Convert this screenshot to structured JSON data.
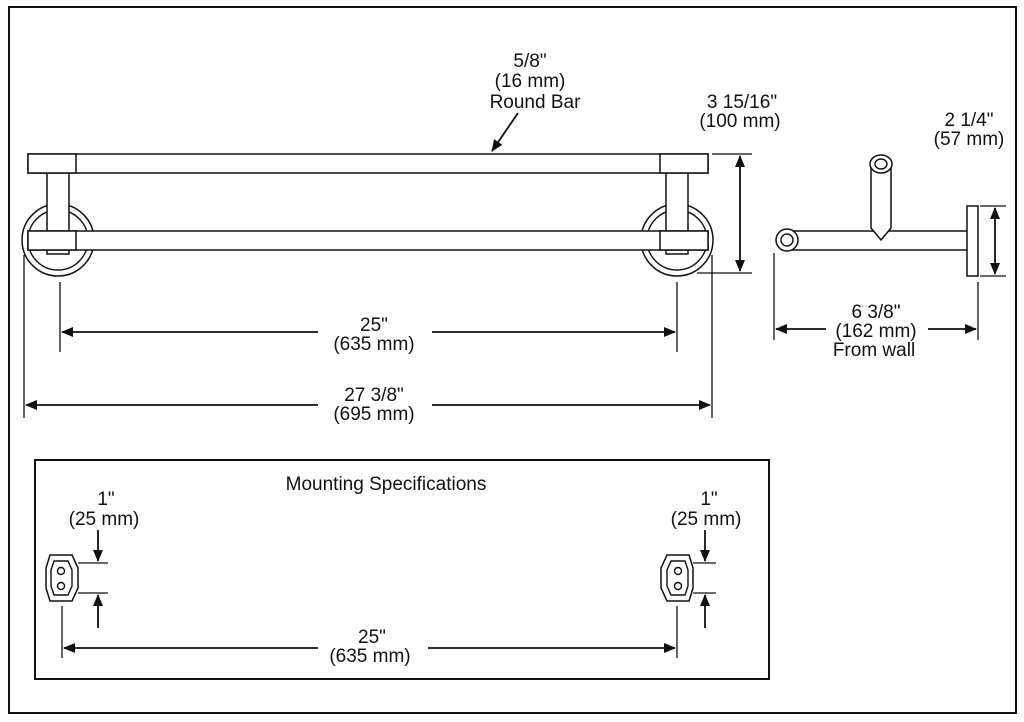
{
  "round_bar": {
    "line1": "5/8\"",
    "line2": "(16 mm)",
    "line3": "Round Bar"
  },
  "height": {
    "line1": "3 15/16\"",
    "line2": "(100 mm)"
  },
  "flange": {
    "line1": "2 1/4\"",
    "line2": "(57 mm)"
  },
  "projection": {
    "line1": "6 3/8\"",
    "line2": "(162 mm)",
    "line3": "From wall"
  },
  "centers": {
    "line1": "25\"",
    "line2": "(635 mm)"
  },
  "overall": {
    "line1": "27 3/8\"",
    "line2": "(695 mm)"
  },
  "mounting": {
    "title": "Mounting Specifications",
    "left_offset": {
      "line1": "1\"",
      "line2": "(25 mm)"
    },
    "right_offset": {
      "line1": "1\"",
      "line2": "(25 mm)"
    },
    "spacing": {
      "line1": "25\"",
      "line2": "(635 mm)"
    }
  }
}
